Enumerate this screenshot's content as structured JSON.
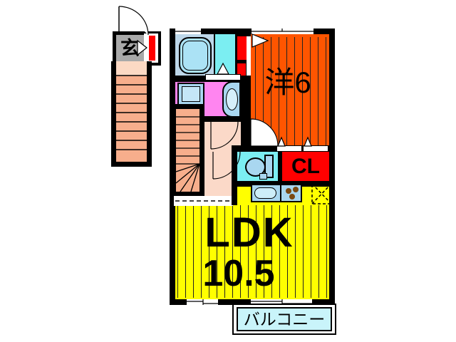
{
  "plan": {
    "entrance_label": "玄",
    "western_room_label": "洋6",
    "closet_label": "CL",
    "ldk_label": "LDK",
    "ldk_area": "10.5",
    "balcony_label": "バルコニー"
  },
  "colors": {
    "western_room": "#ff5500",
    "ldk": "#ffff00",
    "closet_red": "#ff0000",
    "washroom_pink": "#ff85f0",
    "wet_floor_cyan": "#7beef2",
    "balcony_cyan": "#c9f4fa",
    "stairs_salmon": "#f7ae8c",
    "stairs_first_tread": "#fcd9c4",
    "hallway_peach": "#fbd9c8",
    "entrance_gray": "#a9a9a9",
    "fixture_blue": "#a9d7f0",
    "wall_black": "#000000"
  },
  "icons": [
    "entrance-door-arc-icon",
    "bathtub-icon",
    "washing-machine-icon",
    "washbasin-icon",
    "toilet-icon",
    "kitchen-sink-icon",
    "stove-burners-icon",
    "refrigerator-icon",
    "door-swing-icon",
    "sliding-window-icon",
    "stairs-icon",
    "closet-door-icon"
  ]
}
